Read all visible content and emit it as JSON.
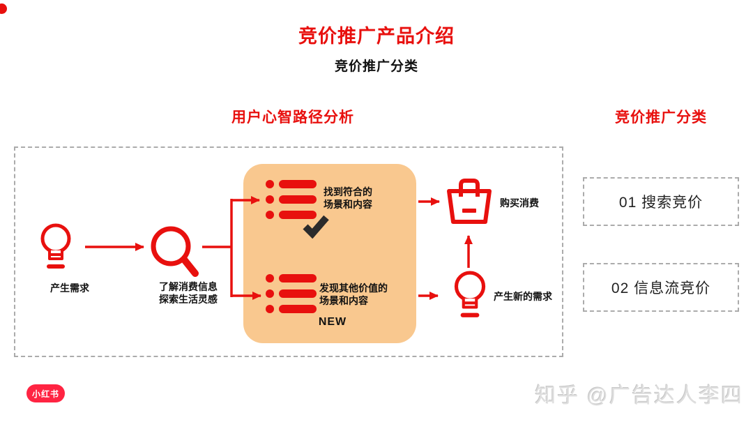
{
  "page": {
    "title": "竞价推广产品介绍",
    "subtitle": "竞价推广分类"
  },
  "left_section": {
    "header": "用户心智路径分析",
    "flow": {
      "step1_label": "产生需求",
      "step2_line1": "了解消费信息",
      "step2_line2": "探索生活灵感",
      "branch_top_line1": "找到符合的",
      "branch_top_line2": "场景和内容",
      "branch_bottom_line1": "发现其他价值的",
      "branch_bottom_line2": "场景和内容",
      "new_badge": "NEW",
      "purchase_label": "购买消费",
      "new_demand_label": "产生新的需求"
    }
  },
  "right_section": {
    "header": "竞价推广分类",
    "items": [
      {
        "label": "01 搜索竞价"
      },
      {
        "label": "02 信息流竞价"
      }
    ]
  },
  "footer": {
    "logo": "小红书",
    "watermark": "知乎 @广告达人李四"
  },
  "colors": {
    "accent_red": "#E8100E",
    "orange_panel": "#F9C88F",
    "checkmark_dark": "#2B2B2B",
    "dashed_border": "#ABABAB",
    "logo_background": "#FF2442",
    "watermark_gray": "#DEDEDE"
  }
}
